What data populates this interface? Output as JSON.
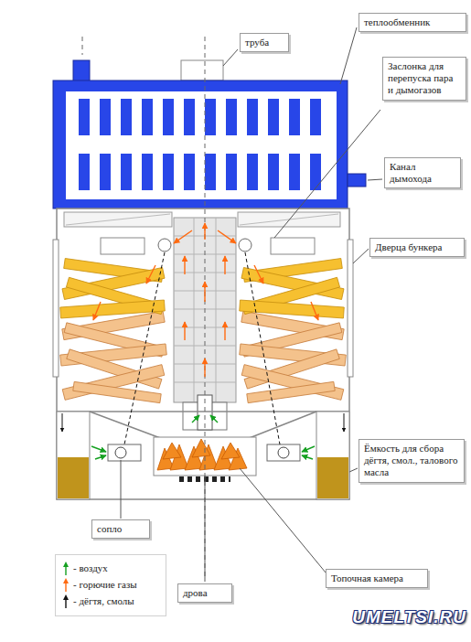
{
  "diagram": {
    "nodes": [
      {
        "text": [
          "теплообменник"
        ]
      },
      {
        "text": [
          "труба"
        ]
      },
      {
        "text": [
          "Заслонка для перепуска пара и дымогазов"
        ]
      },
      {
        "text": [
          "Канал дымохода"
        ]
      },
      {
        "text": [
          "Дверца бункера"
        ]
      },
      {
        "text": [
          "Ёмкость для сбора дёгтя, смол., талового масла"
        ]
      },
      {
        "text": [
          "сопло"
        ]
      },
      {
        "text": [
          "Топочная камера"
        ]
      },
      {
        "text": [
          "дрова"
        ]
      }
    ],
    "labels": [
      "UMELTSI.RU"
    ],
    "legend": [
      {
        "text": "- воздух"
      },
      {
        "text": "- горючие газы"
      },
      {
        "text": "- дёгтя, смолы"
      }
    ]
  }
}
